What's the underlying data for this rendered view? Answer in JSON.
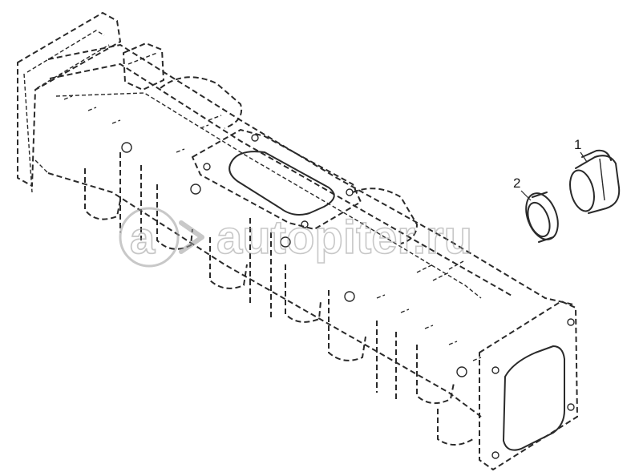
{
  "callouts": [
    {
      "label": "1"
    },
    {
      "label": "2"
    }
  ],
  "watermark": {
    "text": "autopiter.ru"
  },
  "colors": {
    "line": "#2a2a2a",
    "watermark": "#9a9a9a",
    "background": "#ffffff"
  }
}
